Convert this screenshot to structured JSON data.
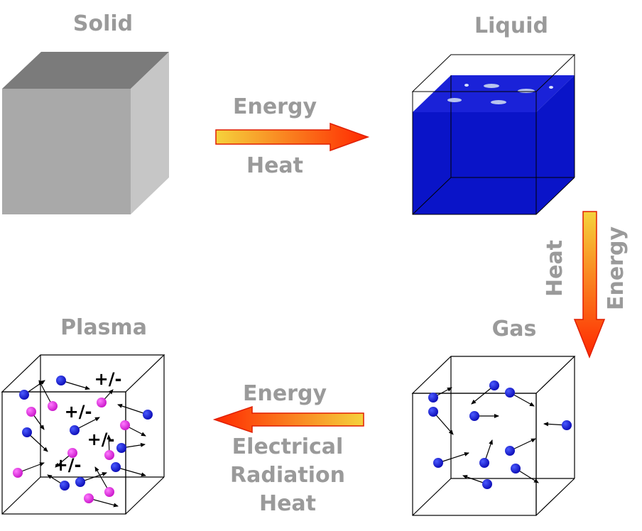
{
  "states": {
    "solid": "Solid",
    "liquid": "Liquid",
    "gas": "Gas",
    "plasma": "Plasma"
  },
  "transitions": {
    "solid_to_liquid": {
      "top": "Energy",
      "bottom": "Heat"
    },
    "liquid_to_gas": {
      "left": "Heat",
      "right": "Energy"
    },
    "gas_to_plasma": {
      "top": "Energy",
      "bottom": [
        "Electrical",
        "Radiation",
        "Heat"
      ]
    }
  },
  "plasma_charge_label": "+/-",
  "colors": {
    "label_gray": "#9a9a9a",
    "solid_front": "#a9a9a9",
    "solid_top": "#7b7b7b",
    "solid_side": "#c6c6c6",
    "liquid_blue": "#0a14c8",
    "particle_blue": "#1414d2",
    "particle_magenta": "#e628e6",
    "arrow_start": "#f5d23c",
    "arrow_end": "#ff2800"
  }
}
